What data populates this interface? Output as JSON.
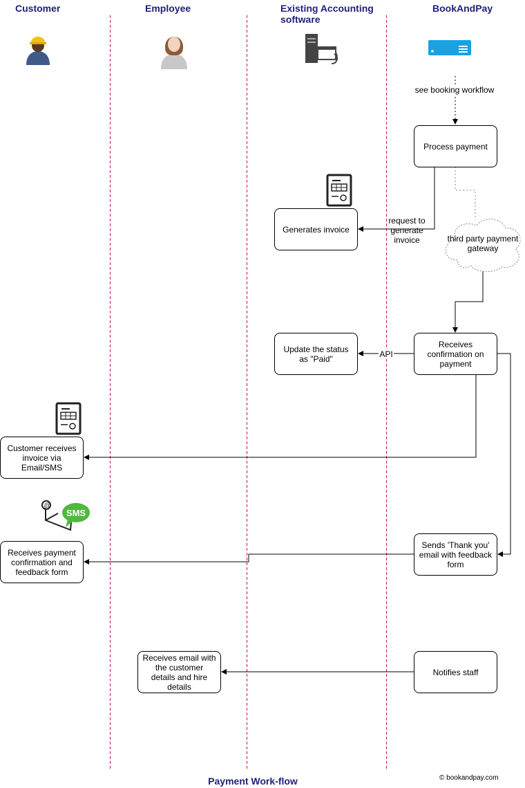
{
  "lanes": [
    {
      "id": "customer",
      "title": "Customer"
    },
    {
      "id": "employee",
      "title": "Employee"
    },
    {
      "id": "accounting",
      "title": "Existing Accounting software"
    },
    {
      "id": "bookandpay",
      "title": "BookAndPay"
    }
  ],
  "icons": {
    "customer": "worker-avatar-icon",
    "employee": "woman-avatar-icon",
    "accounting": "server-window-icon",
    "bookandpay": "server-rack-icon",
    "invoice": "invoice-document-icon",
    "message": "email-sms-icon"
  },
  "nodes": {
    "process_payment": "Process payment",
    "generates_invoice": "Generates invoice",
    "gateway": "third party payment gateway",
    "receives_confirmation": "Receives confirmation on payment",
    "update_status": "Update the status as \"Paid\"",
    "customer_receives_invoice": "Customer receives invoice via Email/SMS",
    "sends_thank_you": "Sends 'Thank you' email with feedback form",
    "receives_payment_confirmation": "Receives payment confirmation and feedback form",
    "notifies_staff": "Notifies staff",
    "receives_email": "Receives email with the customer details and hire details"
  },
  "edge_labels": {
    "see_booking": "see booking workflow",
    "request_invoice": "request to generate invoice",
    "api": "API",
    "sms_badge": "SMS"
  },
  "footer": {
    "title": "Payment Work-flow",
    "copyright_symbol": "©",
    "copyright": "bookandpay.com"
  },
  "colors": {
    "lane_divider": "#cc0066",
    "title_text": "#1f1f7a",
    "bookandpay_blue": "#1ba1e2",
    "sms_green": "#4fb83e"
  }
}
